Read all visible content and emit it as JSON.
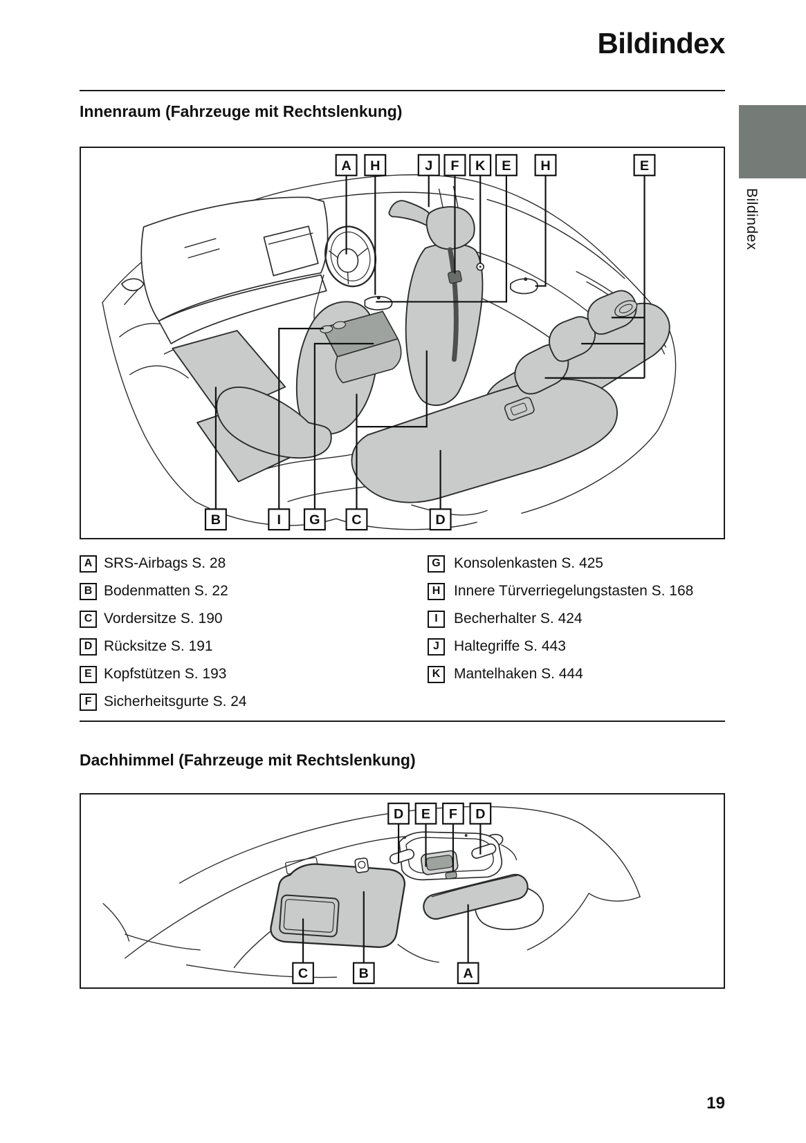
{
  "page": {
    "title": "Bildindex",
    "page_number": "19",
    "side_tab_label": "Bildindex"
  },
  "sections": [
    {
      "heading": "Innenraum (Fahrzeuge mit Rechtslenkung)",
      "diagram": {
        "description": "car-interior-line-drawing-right-hand-drive",
        "top_labels": [
          "A",
          "H",
          "J",
          "F",
          "K",
          "E",
          "H",
          "E"
        ],
        "bottom_labels": [
          "B",
          "I",
          "G",
          "C",
          "D"
        ]
      },
      "legend": {
        "left": [
          {
            "key": "A",
            "text": "SRS-Airbags S. 28"
          },
          {
            "key": "B",
            "text": "Bodenmatten S. 22"
          },
          {
            "key": "C",
            "text": "Vordersitze S. 190"
          },
          {
            "key": "D",
            "text": "Rücksitze S. 191"
          },
          {
            "key": "E",
            "text": "Kopfstützen S. 193"
          },
          {
            "key": "F",
            "text": "Sicherheitsgurte S. 24"
          }
        ],
        "right": [
          {
            "key": "G",
            "text": "Konsolenkasten S. 425"
          },
          {
            "key": "H",
            "text": "Innere Türverriegelungstasten S. 168"
          },
          {
            "key": "I",
            "text": "Becherhalter S. 424"
          },
          {
            "key": "J",
            "text": "Haltegriffe S. 443"
          },
          {
            "key": "K",
            "text": "Mantelhaken S. 444"
          }
        ]
      }
    },
    {
      "heading": "Dachhimmel (Fahrzeuge mit Rechtslenkung)",
      "diagram": {
        "description": "headliner-sun-visor-line-drawing",
        "top_labels": [
          "D",
          "E",
          "F",
          "D"
        ],
        "bottom_labels": [
          "C",
          "B",
          "A"
        ]
      }
    }
  ],
  "colors": {
    "tab_gray": "#757b76",
    "seat_gray": "#c9cbca",
    "console_gray": "#9ea3a0",
    "line_black": "#1a1a1a"
  }
}
